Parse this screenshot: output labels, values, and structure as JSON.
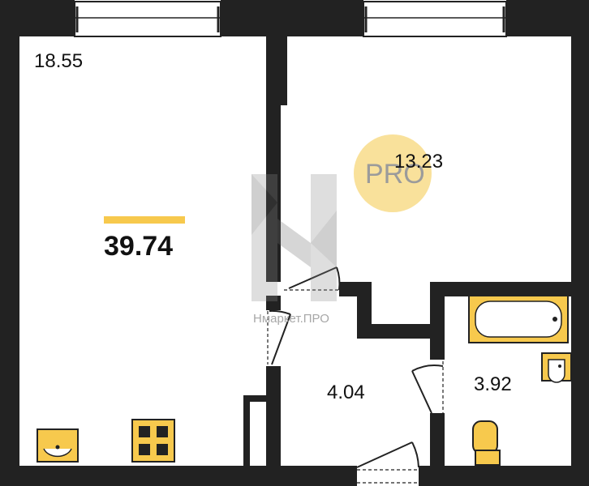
{
  "rooms": {
    "room_large_area": "18.55",
    "room_small_area": "13.23",
    "hall_area": "4.04",
    "bathroom_area": "3.92"
  },
  "total_area": "39.74",
  "watermark": {
    "badge_text": "PRO",
    "site_text": "Нмаркет.ПРО"
  },
  "colors": {
    "wall": "#222222",
    "accent": "#f7c94d",
    "fixture_fill": "#f7c94d",
    "badge": "#f7d77a"
  }
}
